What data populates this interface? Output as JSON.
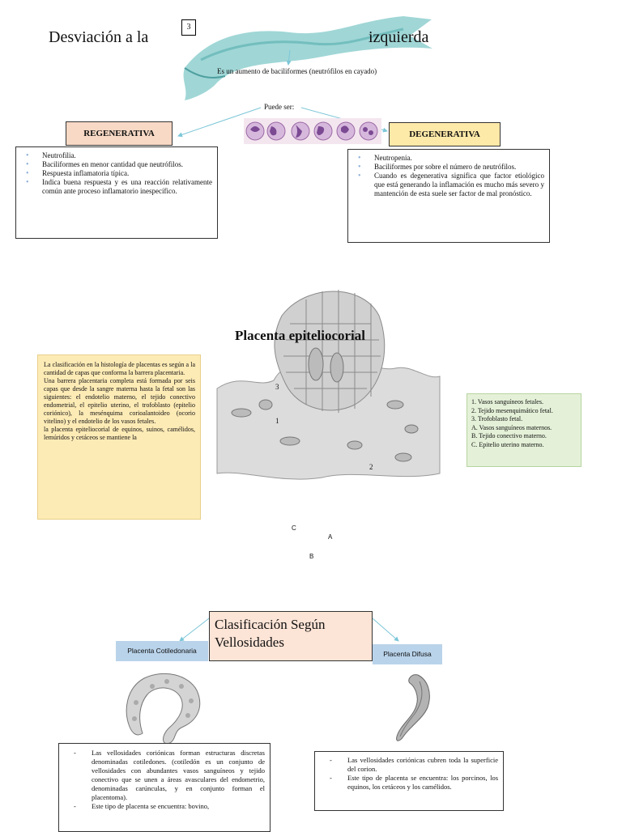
{
  "section1": {
    "title_left": "Desviación a la",
    "title_right": "izquierda",
    "page_badge": "3",
    "definition": "Es un aumento de baciliformes (neutrófilos en cayado)",
    "puede_ser": "Puede ser:",
    "regenerativa": {
      "title": "REGENERATIVA",
      "items": [
        "Neutrofilia.",
        "Baciliformes en menor cantidad que neutrófilos.",
        "Respuesta inflamatoria típica.",
        "Indica buena respuesta y es una reacción relativamente común ante proceso inflamatorio inespecífico."
      ]
    },
    "degenerativa": {
      "title": "DEGENERATIVA",
      "items": [
        "Neutropenia.",
        "Baciliformes por sobre el número de neutrófilos.",
        "Cuando es degenerativa significa que factor etiológico que está generando la inflamación es mucho más severo y mantención de esta suele ser factor de mal pronóstico."
      ]
    }
  },
  "section2": {
    "title": "Placenta epiteliocorial",
    "description": [
      "La clasificación en la histología de placentas es según a la cantidad de capas que conforma la barrera placentaria.",
      "Una barrera placentaria completa está formada por seis capas que desde la sangre materna hasta la fetal son las siguientes: el endotelio materno, el tejido conectivo endometrial, el epitelio uterino, el trofoblasto (epitelio coriónico), la mesénquima corioalantoideo (ocorio vitelino) y el endotelio de los vasos fetales.",
      "la placenta epiteliocorial de equinos, suinos, camélidos, lemúridos y cetáceos se mantiene la"
    ],
    "legend": [
      "1. Vasos sanguíneos fetales.",
      "2. Tejido mesenquimático fetal.",
      "3. Trofoblasto fetal.",
      "A. Vasos sanguíneos maternos.",
      "B. Tejido conectivo materno.",
      "C. Epitelio uterino materno."
    ],
    "markers": {
      "m3": "3",
      "m1": "1",
      "m2": "2",
      "mC": "C",
      "mA": "A",
      "mB": "B"
    }
  },
  "section3": {
    "title": "Clasificación Según Vellosidades",
    "left_label": "Placenta Cotiledonaria",
    "right_label": "Placenta Difusa",
    "left_items": [
      "Las vellosidades coriónicas forman estructuras discretas denominadas cotiledones. (cotiledón es un conjunto de vellosidades con abundantes vasos sanguíneos y tejido conectivo que se unen a áreas avasculares del endometrio, denominadas carúnculas, y en conjunto forman el placentoma).",
      "Este tipo de placenta se encuentra: bovino,"
    ],
    "right_items": [
      "Las vellosidades coriónicas cubren toda la superficie del corion.",
      "Este tipo de placenta se encuentra: los porcinos, los equinos, los cetáceos y los camélidos."
    ]
  },
  "colors": {
    "ribbon": "#8fcfcf",
    "regen_box_fill": "#f8d9c5",
    "degen_box_fill": "#fde9a8",
    "desc_box_fill": "#fdebb6",
    "legend_box_fill": "#e4f1d8",
    "label_box_fill": "#b9d3ea",
    "arrow": "#7cc6d8"
  }
}
